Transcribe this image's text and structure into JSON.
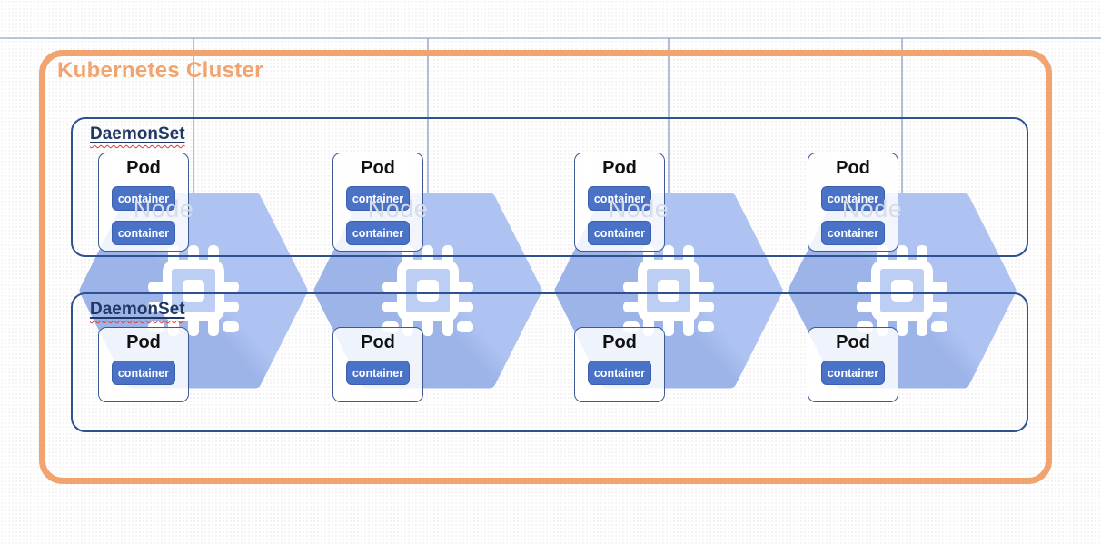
{
  "cluster": {
    "label": "Kubernetes Cluster"
  },
  "daemonsets": [
    {
      "label": "DaemonSet",
      "pods": [
        {
          "label": "Pod",
          "containers": [
            "container",
            "container"
          ]
        },
        {
          "label": "Pod",
          "containers": [
            "container",
            "container"
          ]
        },
        {
          "label": "Pod",
          "containers": [
            "container",
            "container"
          ]
        },
        {
          "label": "Pod",
          "containers": [
            "container",
            "container"
          ]
        }
      ]
    },
    {
      "label": "DaemonSet",
      "pods": [
        {
          "label": "Pod",
          "containers": [
            "container"
          ]
        },
        {
          "label": "Pod",
          "containers": [
            "container"
          ]
        },
        {
          "label": "Pod",
          "containers": [
            "container"
          ]
        },
        {
          "label": "Pod",
          "containers": [
            "container"
          ]
        }
      ]
    }
  ],
  "nodes": [
    {
      "label": "Node",
      "icon": "cpu-chip-icon"
    },
    {
      "label": "Node",
      "icon": "cpu-chip-icon"
    },
    {
      "label": "Node",
      "icon": "cpu-chip-icon"
    },
    {
      "label": "Node",
      "icon": "cpu-chip-icon"
    }
  ],
  "colors": {
    "cluster_border": "#F2A470",
    "cluster_title": "#F1A46E",
    "daemonset_border": "#2E5191",
    "daemonset_label": "#1F3864",
    "pod_border": "#3C5A96",
    "container_fill": "#4A73C7",
    "container_border": "#3A5FAE",
    "node_hex_light": "#AEC3F1",
    "node_hex_dark": "#9DB4E9",
    "node_chip_panel": "#BCCEF4",
    "node_label_text": "#D7DCE7",
    "guide_line": "#98A8CD",
    "spellcheck_squiggle": "#E23B2E"
  }
}
